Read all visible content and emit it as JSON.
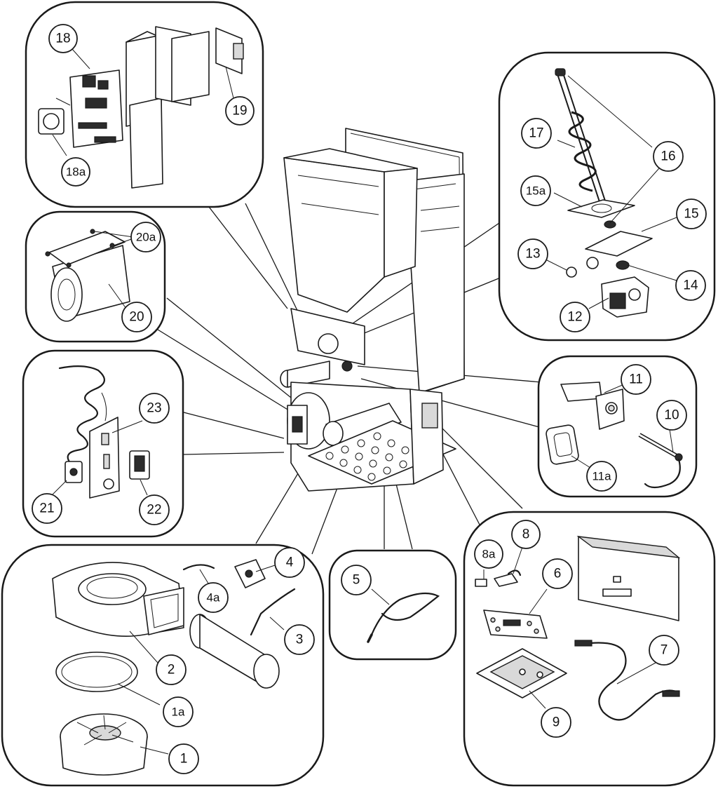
{
  "callouts": {
    "c1": "1",
    "c1a": "1a",
    "c2": "2",
    "c3": "3",
    "c4": "4",
    "c4a": "4a",
    "c5": "5",
    "c6": "6",
    "c7": "7",
    "c8": "8",
    "c8a": "8a",
    "c9": "9",
    "c10": "10",
    "c11": "11",
    "c11a": "11a",
    "c12": "12",
    "c13": "13",
    "c14": "14",
    "c15": "15",
    "c15a": "15a",
    "c16": "16",
    "c17": "17",
    "c18": "18",
    "c18a": "18a",
    "c19": "19",
    "c20": "20",
    "c20a": "20a",
    "c21": "21",
    "c22": "22",
    "c23": "23"
  }
}
